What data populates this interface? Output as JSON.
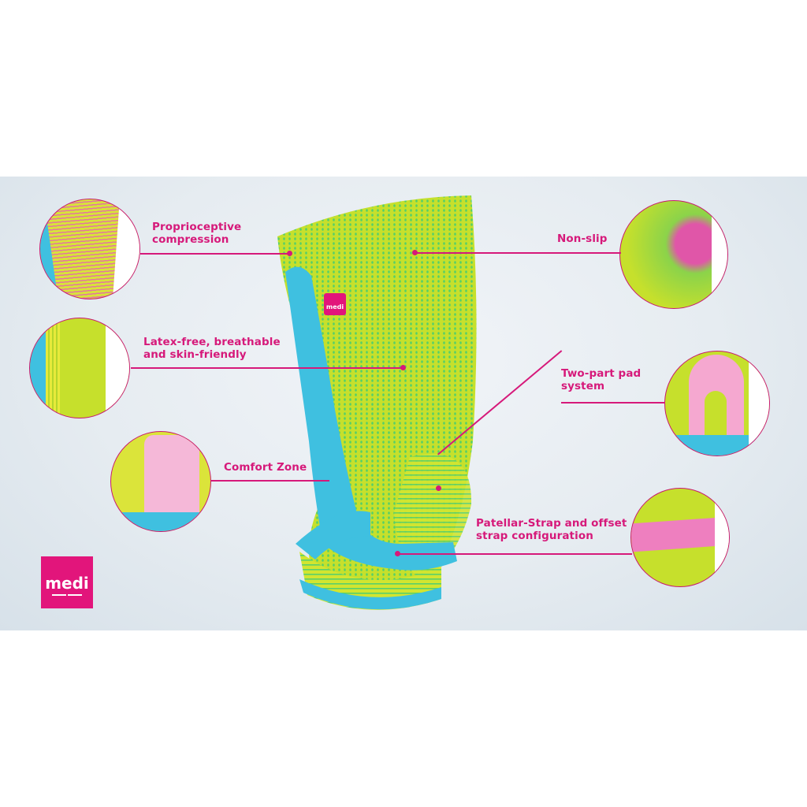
{
  "brand": {
    "logo_text": "medi",
    "color": "#e2157b"
  },
  "features": [
    {
      "label": "Proprioceptive\ncompression",
      "line1": "Proprioceptive",
      "line2": "compression"
    },
    {
      "label": "Latex-free, breathable and skin-friendly",
      "line1": "Latex-free, breathable",
      "line2": "and skin-friendly"
    },
    {
      "label": "Comfort Zone",
      "line1": "Comfort Zone"
    },
    {
      "label": "Non-slip",
      "line1": "Non-slip"
    },
    {
      "label": "Two-part pad system",
      "line1": "Two-part pad",
      "line2": "system"
    },
    {
      "label": "Patellar-Strap and offset strap configuration",
      "line1": "Patellar-Strap and offset",
      "line2": "strap configuration"
    }
  ],
  "colors": {
    "accent": "#d6197a",
    "lime": "#c4e02a",
    "green": "#4fcf6a",
    "cyan": "#3fc0e0",
    "pink": "#f29cc8"
  }
}
